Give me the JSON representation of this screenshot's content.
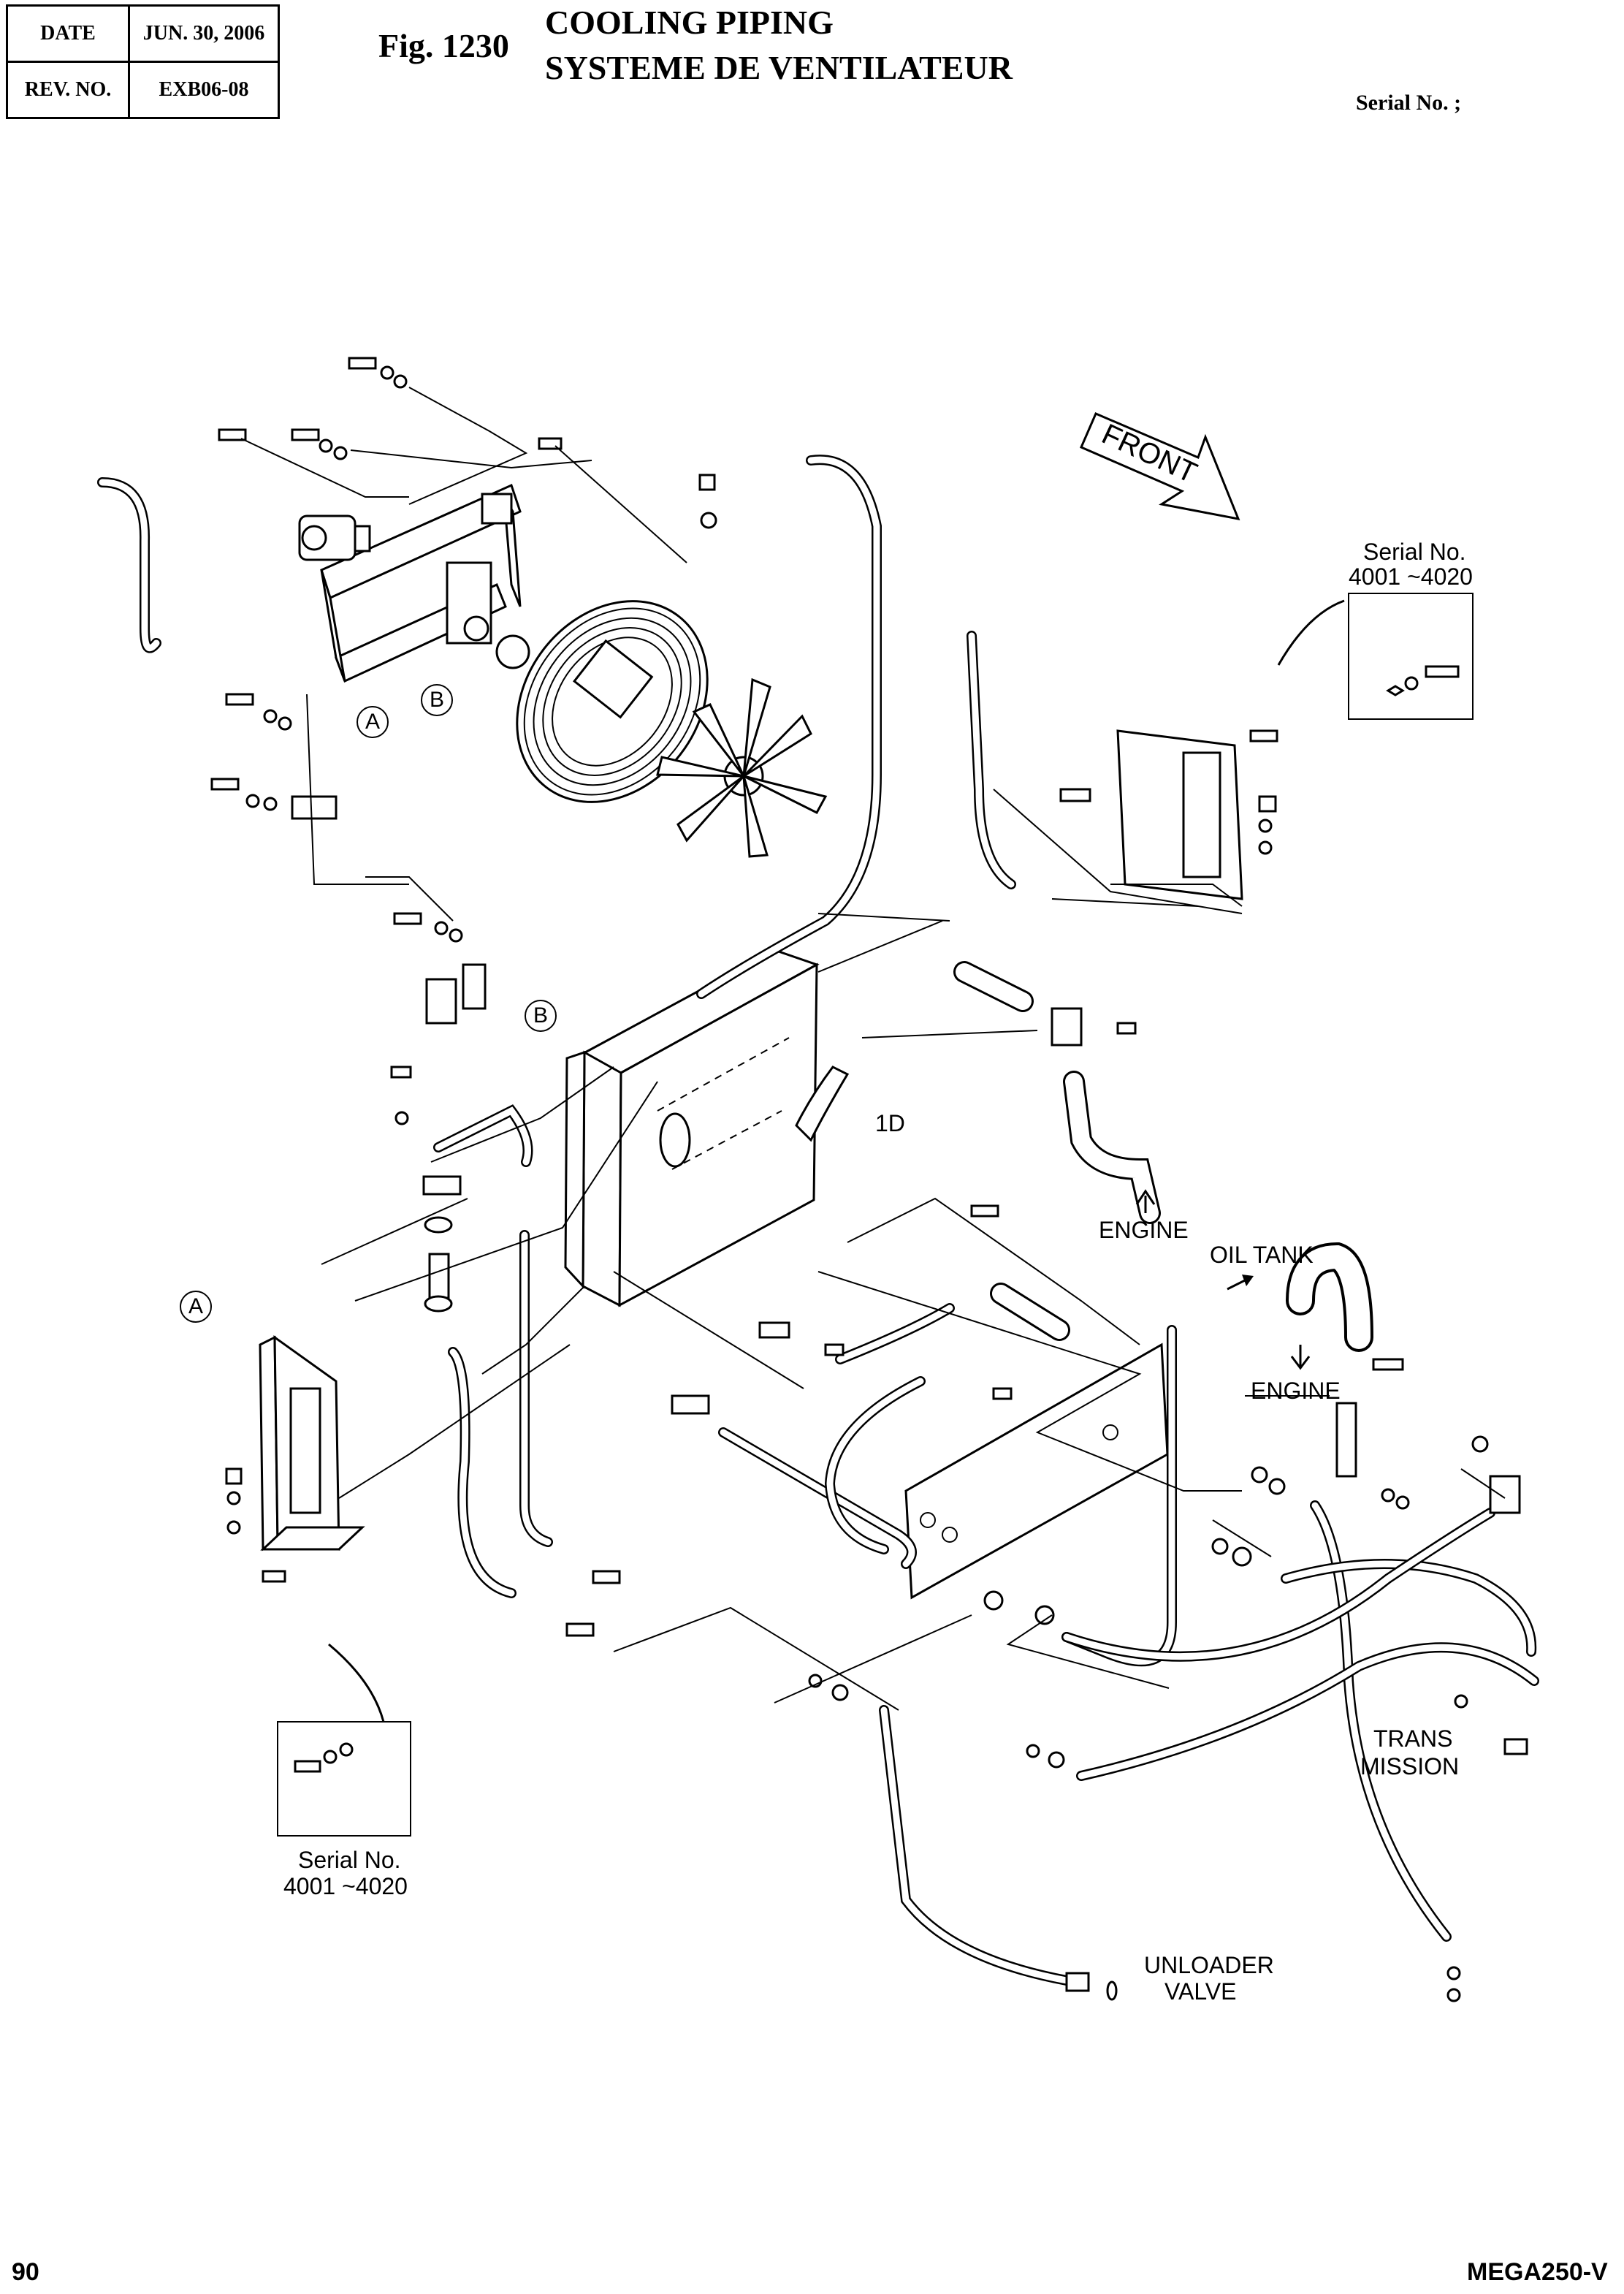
{
  "header": {
    "date_label": "DATE",
    "date_value": "JUN. 30, 2006",
    "rev_label": "REV. NO.",
    "rev_value": "EXB06-08"
  },
  "figure": {
    "number": "Fig. 1230",
    "title_en": "COOLING PIPING",
    "title_fr": "SYSTEME DE VENTILATEUR",
    "serial_heading": "Serial No. ;"
  },
  "callouts": {
    "front": "FRONT",
    "serial_box_top_line1": "Serial No.",
    "serial_box_top_line2": "4001 ~4020",
    "serial_box_bottom_line1": "Serial No.",
    "serial_box_bottom_line2": "4001 ~4020",
    "ref_a_top": "A",
    "ref_b_top": "B",
    "ref_b_mid": "B",
    "ref_a_left": "A",
    "detail_1d": "1D",
    "engine_1": "ENGINE",
    "oil_tank": "OIL TANK",
    "engine_2": "ENGINE",
    "transmission_line1": "TRANS",
    "transmission_line2": "MISSION",
    "unloader_line1": "UNLOADER",
    "unloader_line2": "VALVE"
  },
  "footer": {
    "page_number": "90",
    "model": "MEGA250-V"
  }
}
